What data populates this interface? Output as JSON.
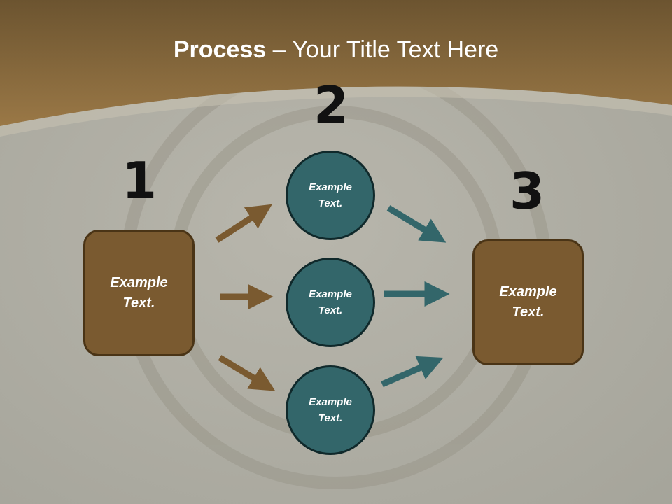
{
  "title": {
    "bold": "Process",
    "rest": " – Your Title Text Here"
  },
  "steps": [
    {
      "number": "1",
      "label": "Example\nText."
    },
    {
      "number": "2",
      "labels": [
        "Example\nText.",
        "Example\nText.",
        "Example\nText."
      ]
    },
    {
      "number": "3",
      "label": "Example\nText."
    }
  ],
  "colors": {
    "brown": "#7a5a30",
    "teal": "#33666a",
    "arrow_brown": "#7a5a30",
    "arrow_teal": "#33666a"
  }
}
